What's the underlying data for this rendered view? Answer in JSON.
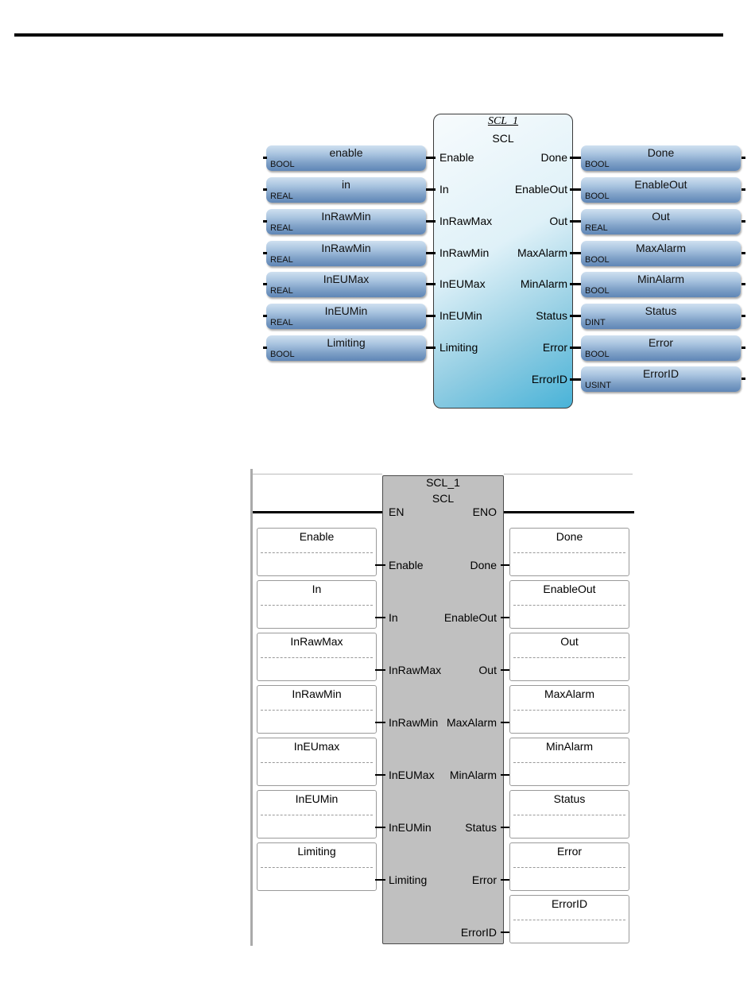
{
  "fbd": {
    "instance": "SCL_1",
    "type": "SCL",
    "inputs": [
      {
        "pin": "Enable",
        "var": "enable",
        "dtype": "BOOL"
      },
      {
        "pin": "In",
        "var": "in",
        "dtype": "REAL"
      },
      {
        "pin": "InRawMax",
        "var": "InRawMin",
        "dtype": "REAL"
      },
      {
        "pin": "InRawMin",
        "var": "InRawMin",
        "dtype": "REAL"
      },
      {
        "pin": "InEUMax",
        "var": "InEUMax",
        "dtype": "REAL"
      },
      {
        "pin": "InEUMin",
        "var": "InEUMin",
        "dtype": "REAL"
      },
      {
        "pin": "Limiting",
        "var": "Limiting",
        "dtype": "BOOL"
      }
    ],
    "outputs": [
      {
        "pin": "Done",
        "var": "Done",
        "dtype": "BOOL"
      },
      {
        "pin": "EnableOut",
        "var": "EnableOut",
        "dtype": "BOOL"
      },
      {
        "pin": "Out",
        "var": "Out",
        "dtype": "REAL"
      },
      {
        "pin": "MaxAlarm",
        "var": "MaxAlarm",
        "dtype": "BOOL"
      },
      {
        "pin": "MinAlarm",
        "var": "MinAlarm",
        "dtype": "BOOL"
      },
      {
        "pin": "Status",
        "var": "Status",
        "dtype": "DINT"
      },
      {
        "pin": "Error",
        "var": "Error",
        "dtype": "BOOL"
      },
      {
        "pin": "ErrorID",
        "var": "ErrorID",
        "dtype": "USINT"
      }
    ]
  },
  "ld": {
    "instance": "SCL_1",
    "type": "SCL",
    "en": "EN",
    "eno": "ENO",
    "inputs": [
      {
        "pin": "Enable",
        "var": "Enable"
      },
      {
        "pin": "In",
        "var": "In"
      },
      {
        "pin": "InRawMax",
        "var": "InRawMax"
      },
      {
        "pin": "InRawMin",
        "var": "InRawMin"
      },
      {
        "pin": "InEUMax",
        "var": "InEUmax"
      },
      {
        "pin": "InEUMin",
        "var": "InEUMin"
      },
      {
        "pin": "Limiting",
        "var": "Limiting"
      }
    ],
    "outputs": [
      {
        "pin": "Done",
        "var": "Done"
      },
      {
        "pin": "EnableOut",
        "var": "EnableOut"
      },
      {
        "pin": "Out",
        "var": "Out"
      },
      {
        "pin": "MaxAlarm",
        "var": "MaxAlarm"
      },
      {
        "pin": "MinAlarm",
        "var": "MinAlarm"
      },
      {
        "pin": "Status",
        "var": "Status"
      },
      {
        "pin": "Error",
        "var": "Error"
      },
      {
        "pin": "ErrorID",
        "var": "ErrorID"
      }
    ]
  }
}
